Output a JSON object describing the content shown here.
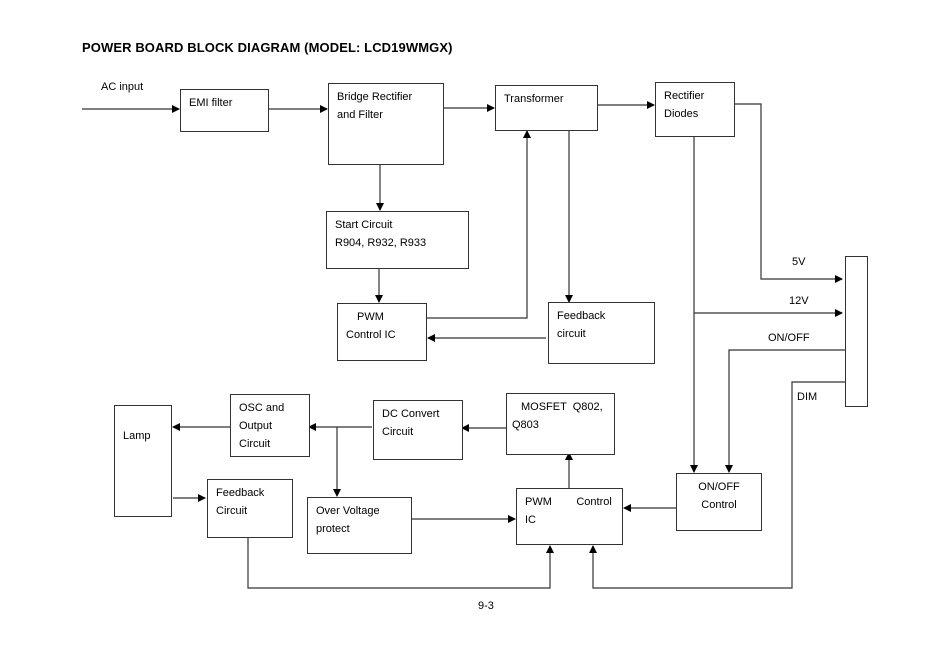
{
  "title": "POWER BOARD BLOCK DIAGRAM (MODEL: LCD19WMGX)",
  "page_number": "9-3",
  "labels": {
    "ac_input": "AC input",
    "v5": "5V",
    "v12": "12V",
    "on_off": "ON/OFF",
    "dim": "DIM"
  },
  "blocks": {
    "emi_filter": [
      "EMI filter"
    ],
    "bridge_rectifier": [
      "Bridge Rectifier",
      "and Filter"
    ],
    "transformer": [
      "Transformer"
    ],
    "rectifier_diodes": [
      "Rectifier",
      "Diodes"
    ],
    "start_circuit": [
      "Start Circuit",
      "R904, R932, R933"
    ],
    "pwm_control_ic_top": [
      "PWM",
      "Control IC"
    ],
    "feedback_circuit_top": [
      "Feedback",
      "circuit"
    ],
    "connector": [],
    "osc_output": [
      "OSC and",
      "Output",
      "Circuit"
    ],
    "dc_convert": [
      "DC Convert",
      "Circuit"
    ],
    "mosfet": [
      "MOSFET  Q802,",
      "Q803"
    ],
    "lamp": [
      "Lamp"
    ],
    "feedback_circuit_bottom": [
      "Feedback",
      "Circuit"
    ],
    "over_voltage": [
      "Over Voltage",
      "protect"
    ],
    "pwm_control_ic_bottom": [
      "PWM        Control",
      "IC"
    ],
    "on_off_control": [
      "ON/OFF",
      "Control"
    ]
  }
}
